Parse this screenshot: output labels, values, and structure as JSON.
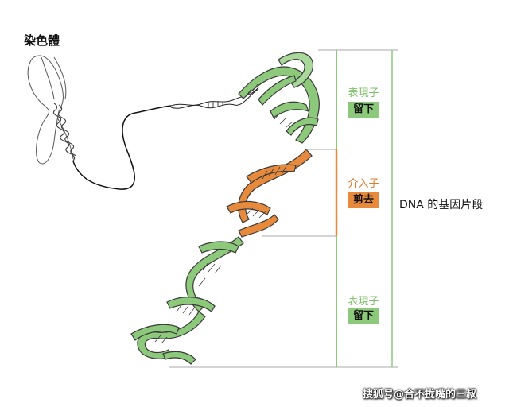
{
  "chromosome_label": "染色體",
  "segments": [
    {
      "name": "表現子",
      "action": "留下",
      "name_color": "#7fbf6a",
      "tag_bg": "#8cc97a"
    },
    {
      "name": "介入子",
      "action": "剪去",
      "name_color": "#e07a2c",
      "tag_bg": "#e88a3c"
    },
    {
      "name": "表現子",
      "action": "留下",
      "name_color": "#7fbf6a",
      "tag_bg": "#8cc97a"
    }
  ],
  "gene_label": "DNA 的基因片段",
  "watermark": "搜狐号@合不拢嘴的三叔",
  "colors": {
    "exon": "#8cc97a",
    "intron": "#e88a3c",
    "outline": "#3a3a3a",
    "bracket_line": "#aaaaaa"
  }
}
